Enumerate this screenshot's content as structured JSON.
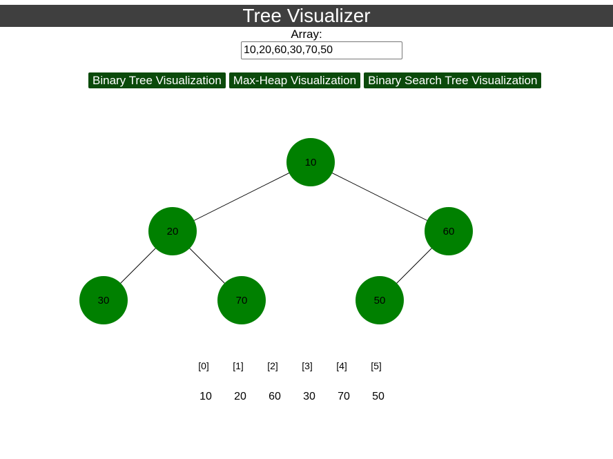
{
  "header": {
    "title": "Tree Visualizer"
  },
  "array_input": {
    "label": "Array:",
    "value": "10,20,60,30,70,50"
  },
  "buttons": [
    {
      "label": "Binary Tree Visualization"
    },
    {
      "label": "Max-Heap Visualization"
    },
    {
      "label": "Binary Search Tree Visualization"
    }
  ],
  "tree": {
    "node_color": "#008000",
    "edge_color": "#000000",
    "nodes": [
      {
        "id": "n0",
        "value": "10"
      },
      {
        "id": "n1",
        "value": "20"
      },
      {
        "id": "n2",
        "value": "60"
      },
      {
        "id": "n3",
        "value": "30"
      },
      {
        "id": "n4",
        "value": "70"
      },
      {
        "id": "n5",
        "value": "50"
      }
    ],
    "edges": [
      {
        "from": "n0",
        "to": "n1"
      },
      {
        "from": "n0",
        "to": "n2"
      },
      {
        "from": "n1",
        "to": "n3"
      },
      {
        "from": "n1",
        "to": "n4"
      },
      {
        "from": "n2",
        "to": "n5"
      }
    ]
  },
  "array_table": {
    "indices": [
      "[0]",
      "[1]",
      "[2]",
      "[3]",
      "[4]",
      "[5]"
    ],
    "values": [
      "10",
      "20",
      "60",
      "30",
      "70",
      "50"
    ]
  }
}
